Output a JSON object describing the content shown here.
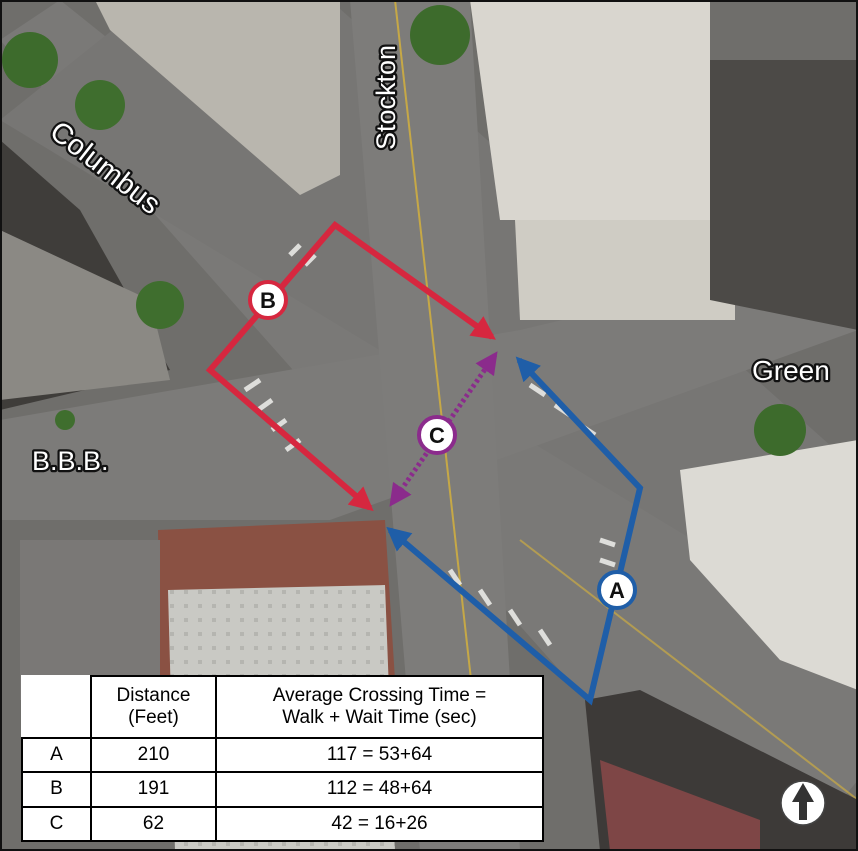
{
  "streets": {
    "columbus": "Columbus",
    "stockton": "Stockton",
    "green": "Green",
    "bbb": "B.B.B."
  },
  "routes": [
    {
      "id": "A",
      "color": "#1f5ea8",
      "style": "solid"
    },
    {
      "id": "B",
      "color": "#d6273f",
      "style": "solid"
    },
    {
      "id": "C",
      "color": "#8b2b8c",
      "style": "dotted"
    }
  ],
  "table": {
    "headers": {
      "distance_line1": "Distance",
      "distance_line2": "(Feet)",
      "time_line1": "Average Crossing Time =",
      "time_line2": "Walk + Wait Time (sec)"
    },
    "rows": [
      {
        "label": "A",
        "distance": "210",
        "time": "117 = 53+64"
      },
      {
        "label": "B",
        "distance": "191",
        "time": "112 = 48+64"
      },
      {
        "label": "C",
        "distance": "62",
        "time": "42 = 16+26"
      }
    ]
  },
  "north_arrow": "north-arrow-icon"
}
